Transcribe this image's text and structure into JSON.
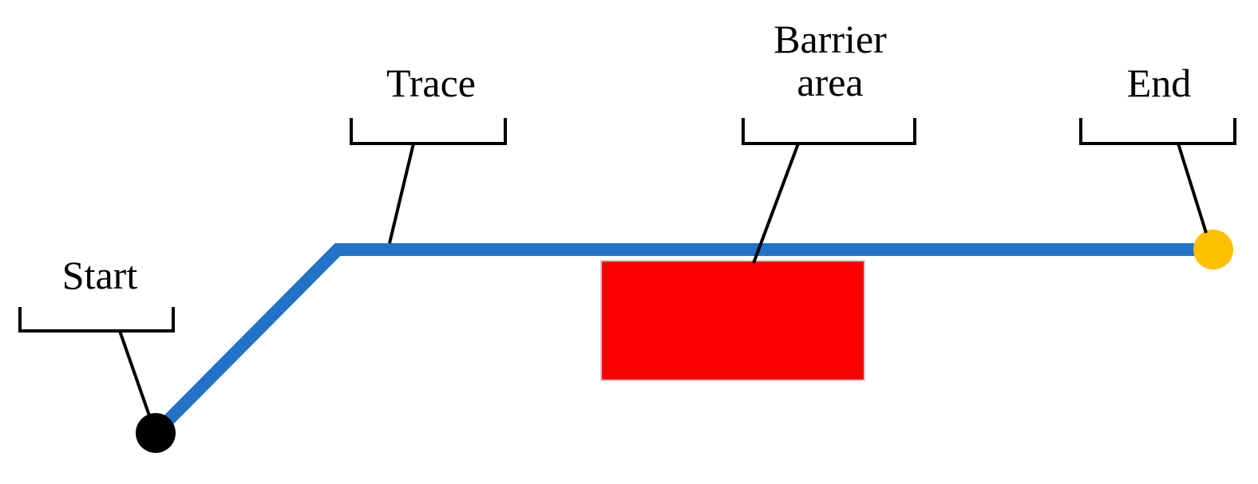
{
  "labels": {
    "start": "Start",
    "trace": "Trace",
    "barrier_line1": "Barrier",
    "barrier_line2": "area",
    "end": "End"
  },
  "colors": {
    "trace": "#2272c8",
    "barrier": "#ff0000",
    "start_point": "#000000",
    "end_point": "#ffc000",
    "callout": "#000000"
  }
}
